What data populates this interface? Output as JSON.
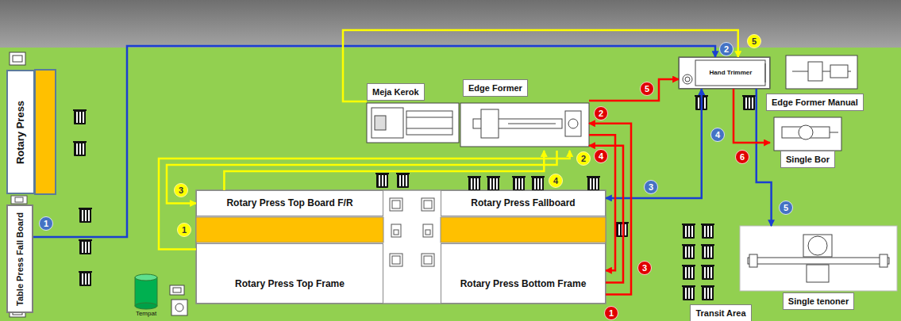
{
  "diagram": {
    "nodes": [
      {
        "text": [
          "Rotary Press"
        ]
      },
      {
        "text": [
          "Table Press Fall Board"
        ]
      },
      {
        "text": [
          "Meja Kerok"
        ]
      },
      {
        "text": [
          "Edge Former"
        ]
      },
      {
        "text": [
          "Hand Trimmer"
        ]
      },
      {
        "text": [
          "Edge Former Manual"
        ]
      },
      {
        "text": [
          "Single Bor"
        ]
      },
      {
        "text": [
          "Rotary Press Top Board F/R"
        ]
      },
      {
        "text": [
          "Rotary Press Fallboard"
        ]
      },
      {
        "text": [
          "Rotary Press Top Frame"
        ]
      },
      {
        "text": [
          "Rotary Press Bottom Frame"
        ]
      },
      {
        "text": [
          "Single tenoner"
        ]
      },
      {
        "text": [
          "Transit Area"
        ]
      }
    ],
    "edges": [
      {
        "from": 1,
        "to": 4,
        "arrow": "to"
      },
      {
        "from": 4,
        "to": 8,
        "arrow": "both"
      },
      {
        "from": 4,
        "to": 11,
        "arrow": "to"
      },
      {
        "from": 9,
        "to": 3,
        "arrow": "to"
      },
      {
        "from": 3,
        "to": 7,
        "arrow": "to"
      },
      {
        "from": 7,
        "to": 3,
        "arrow": "to"
      },
      {
        "from": 2,
        "to": 4,
        "arrow": "to"
      },
      {
        "from": 10,
        "to": 3,
        "arrow": "to"
      },
      {
        "from": 3,
        "to": 10,
        "arrow": "to"
      },
      {
        "from": 10,
        "to": 3,
        "arrow": "to"
      },
      {
        "from": 3,
        "to": 4,
        "arrow": "to"
      },
      {
        "from": 4,
        "to": 6,
        "arrow": "to"
      }
    ],
    "labels": [
      "1",
      "2",
      "3",
      "4",
      "5",
      "1",
      "2",
      "3",
      "4",
      "5",
      "1",
      "2",
      "3",
      "4",
      "5",
      "6",
      "Tempat"
    ]
  }
}
